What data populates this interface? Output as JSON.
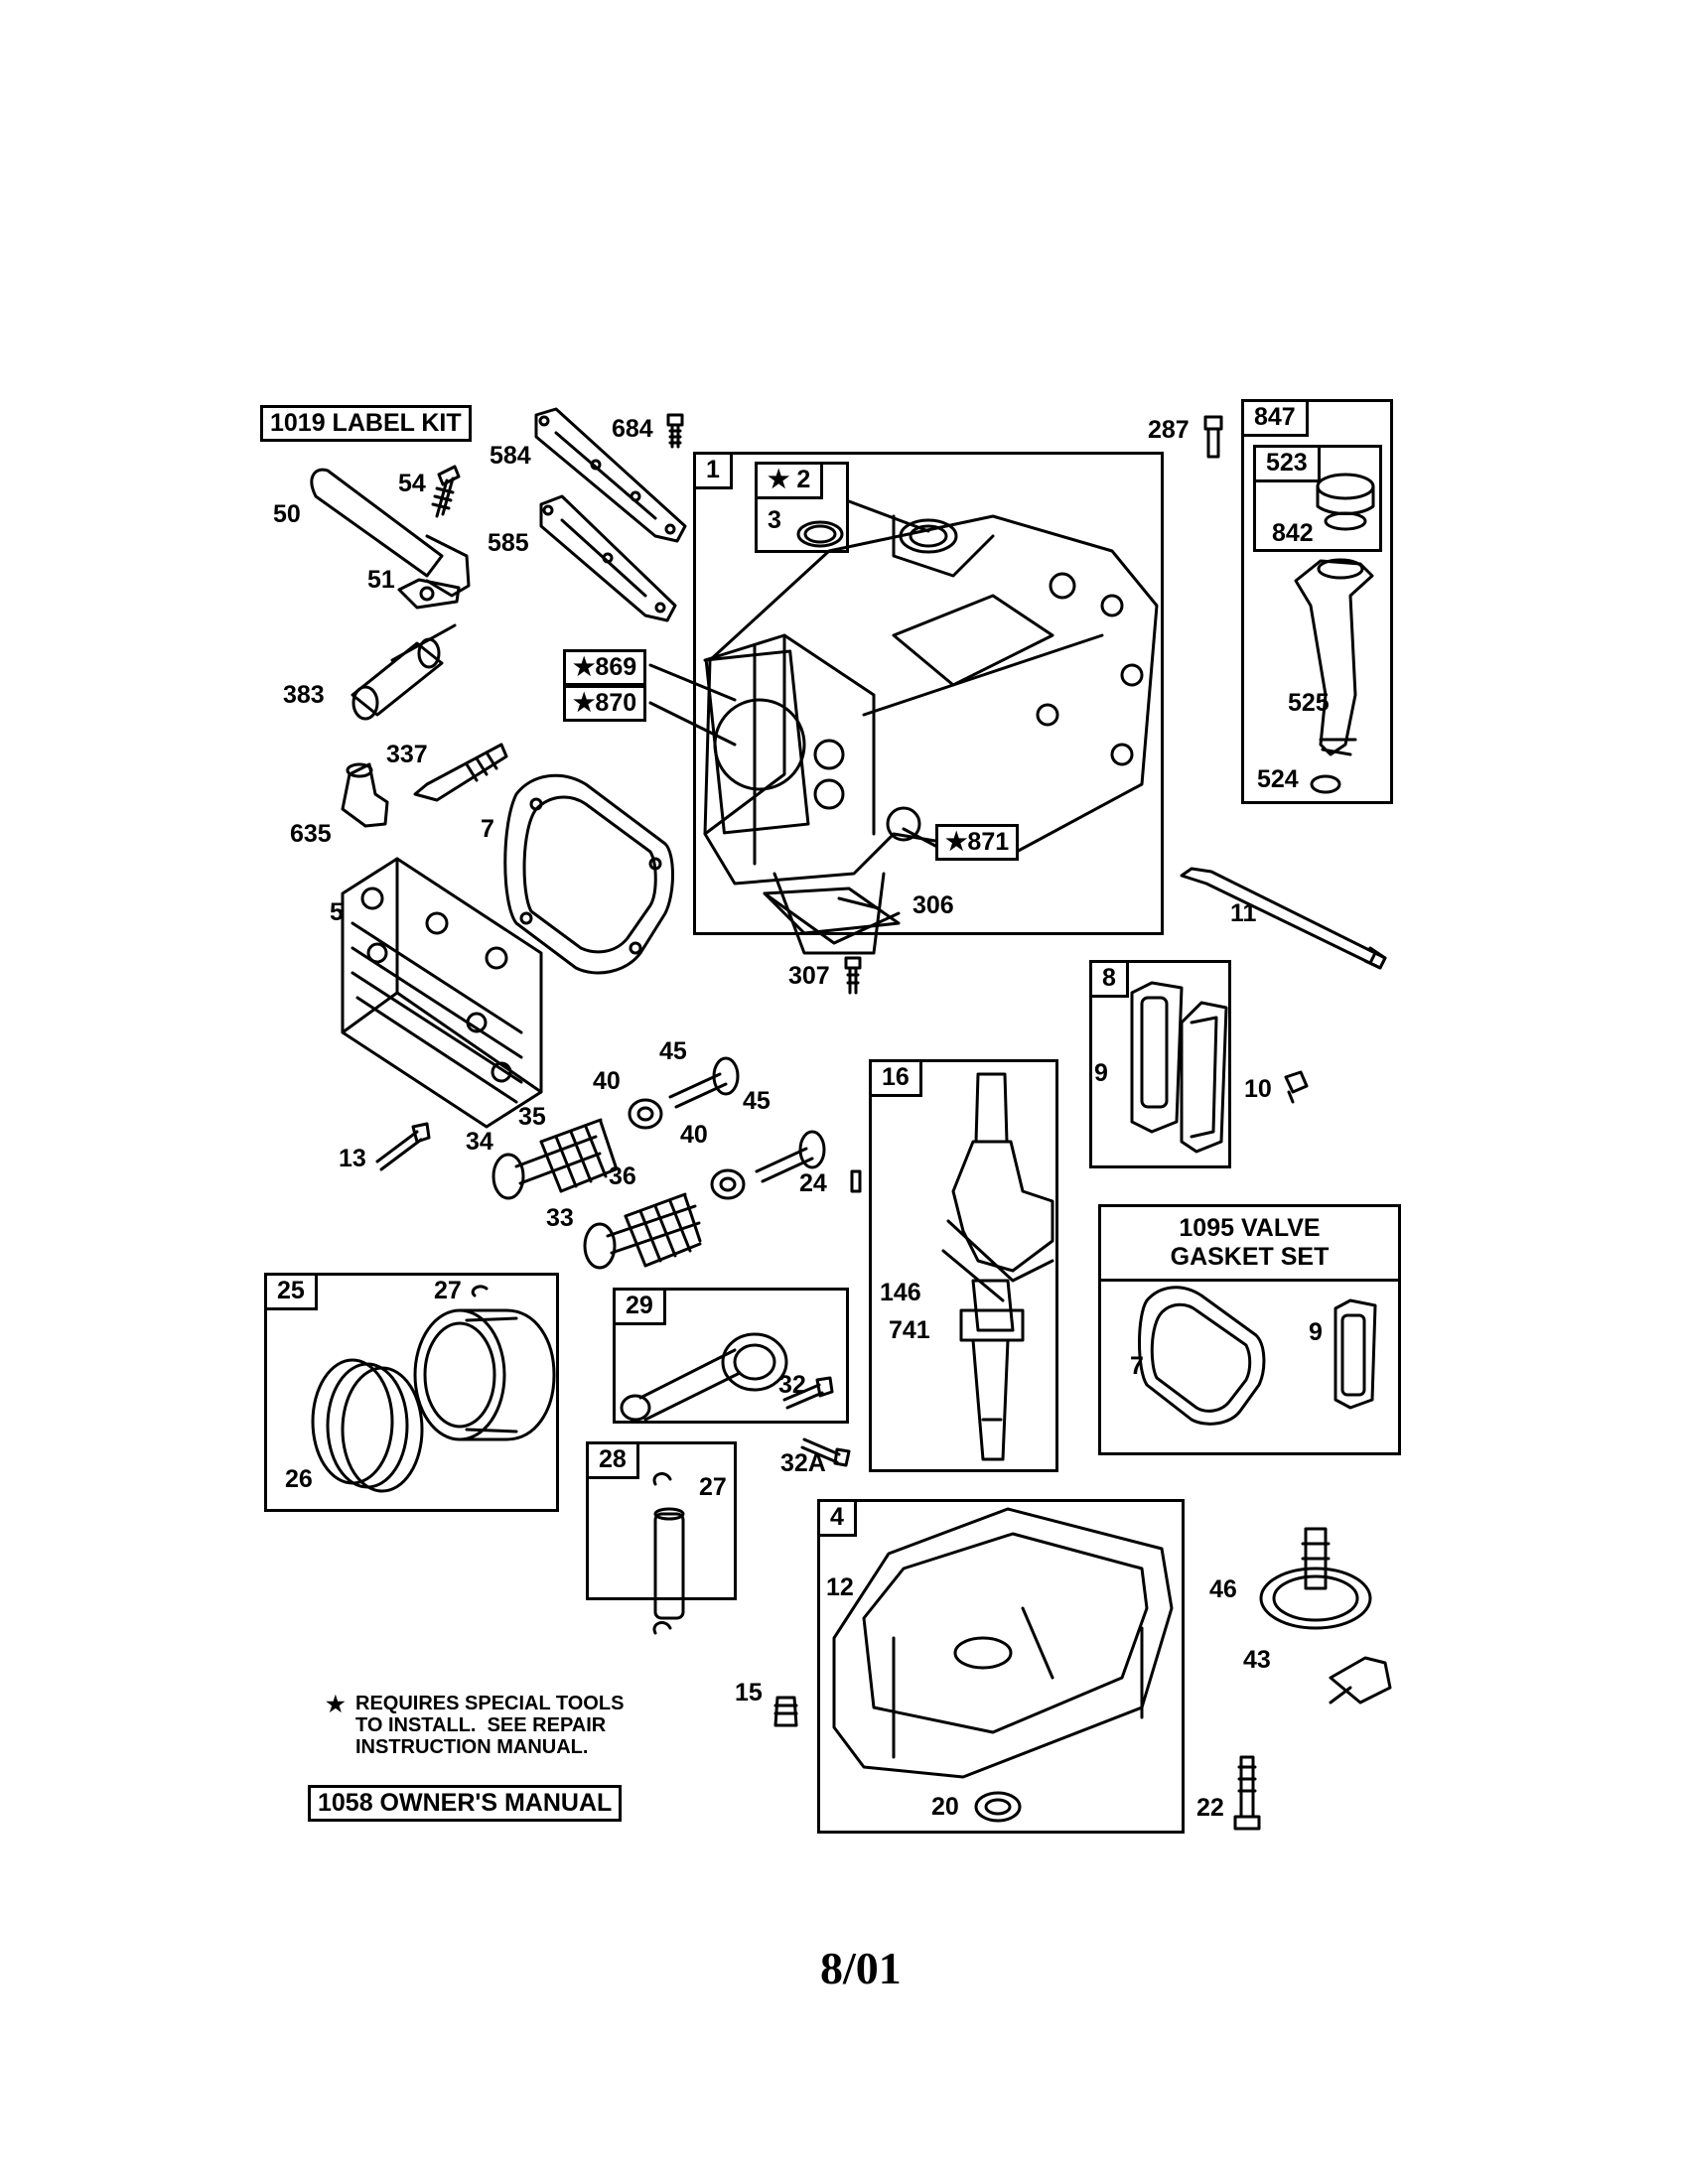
{
  "header_boxes": {
    "label_kit": "1019 LABEL KIT",
    "owners_manual": "1058 OWNER'S MANUAL"
  },
  "note": {
    "star": "★",
    "lines": "REQUIRES SPECIAL TOOLS\nTO INSTALL.  SEE REPAIR\nINSTRUCTION MANUAL."
  },
  "date": "8/01",
  "groups": {
    "g1": "1",
    "g847": "847",
    "g523": "523",
    "g8": "8",
    "g16": "16",
    "g1095_line1": "1095 VALVE",
    "g1095_line2": "GASKET SET",
    "g25": "25",
    "g29": "29",
    "g28": "28",
    "g4": "4"
  },
  "star_tags": {
    "s2": "★ 2",
    "s869": "★869",
    "s870": "★870",
    "s871": "★871"
  },
  "callouts": {
    "c684": "684",
    "c584": "584",
    "c585": "585",
    "c54": "54",
    "c50": "50",
    "c51": "51",
    "c383": "383",
    "c337": "337",
    "c635": "635",
    "c7a": "7",
    "c5": "5",
    "c3": "3",
    "c306": "306",
    "c307": "307",
    "c287": "287",
    "c842": "842",
    "c525": "525",
    "c524": "524",
    "c11": "11",
    "c9a": "9",
    "c10": "10",
    "c45a": "45",
    "c40a": "40",
    "c45b": "45",
    "c40b": "40",
    "c35": "35",
    "c34": "34",
    "c13": "13",
    "c36": "36",
    "c33": "33",
    "c24": "24",
    "c146": "146",
    "c741": "741",
    "c7b": "7",
    "c9b": "9",
    "c27a": "27",
    "c26": "26",
    "c32": "32",
    "c32a": "32A",
    "c27b": "27",
    "c12": "12",
    "c15": "15",
    "c20": "20",
    "c46": "46",
    "c43": "43",
    "c22": "22"
  }
}
